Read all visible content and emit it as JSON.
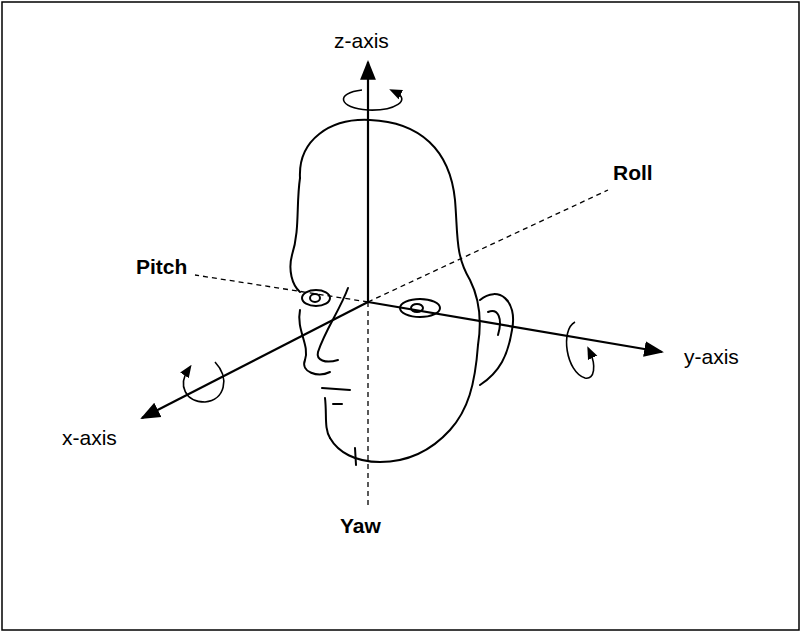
{
  "diagram": {
    "labels": [
      "z-axis",
      "Roll",
      "Pitch",
      "y-axis",
      "x-axis",
      "Yaw"
    ]
  }
}
